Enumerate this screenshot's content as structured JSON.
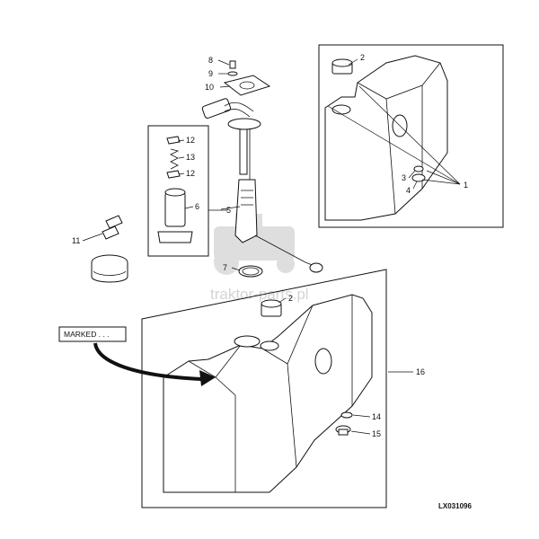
{
  "callouts": {
    "c1": "1",
    "c2": "2",
    "c3": "3",
    "c4": "4",
    "c5": "5",
    "c6": "6",
    "c7": "7",
    "c8": "8",
    "c9": "9",
    "c10": "10",
    "c11": "11",
    "c12a": "12",
    "c12b": "12",
    "c13": "13",
    "c14": "14",
    "c15": "15",
    "c16": "16"
  },
  "marked_label": "MARKED . . .",
  "figure_id": "LX031096",
  "watermark": "traktor-parts.pl"
}
